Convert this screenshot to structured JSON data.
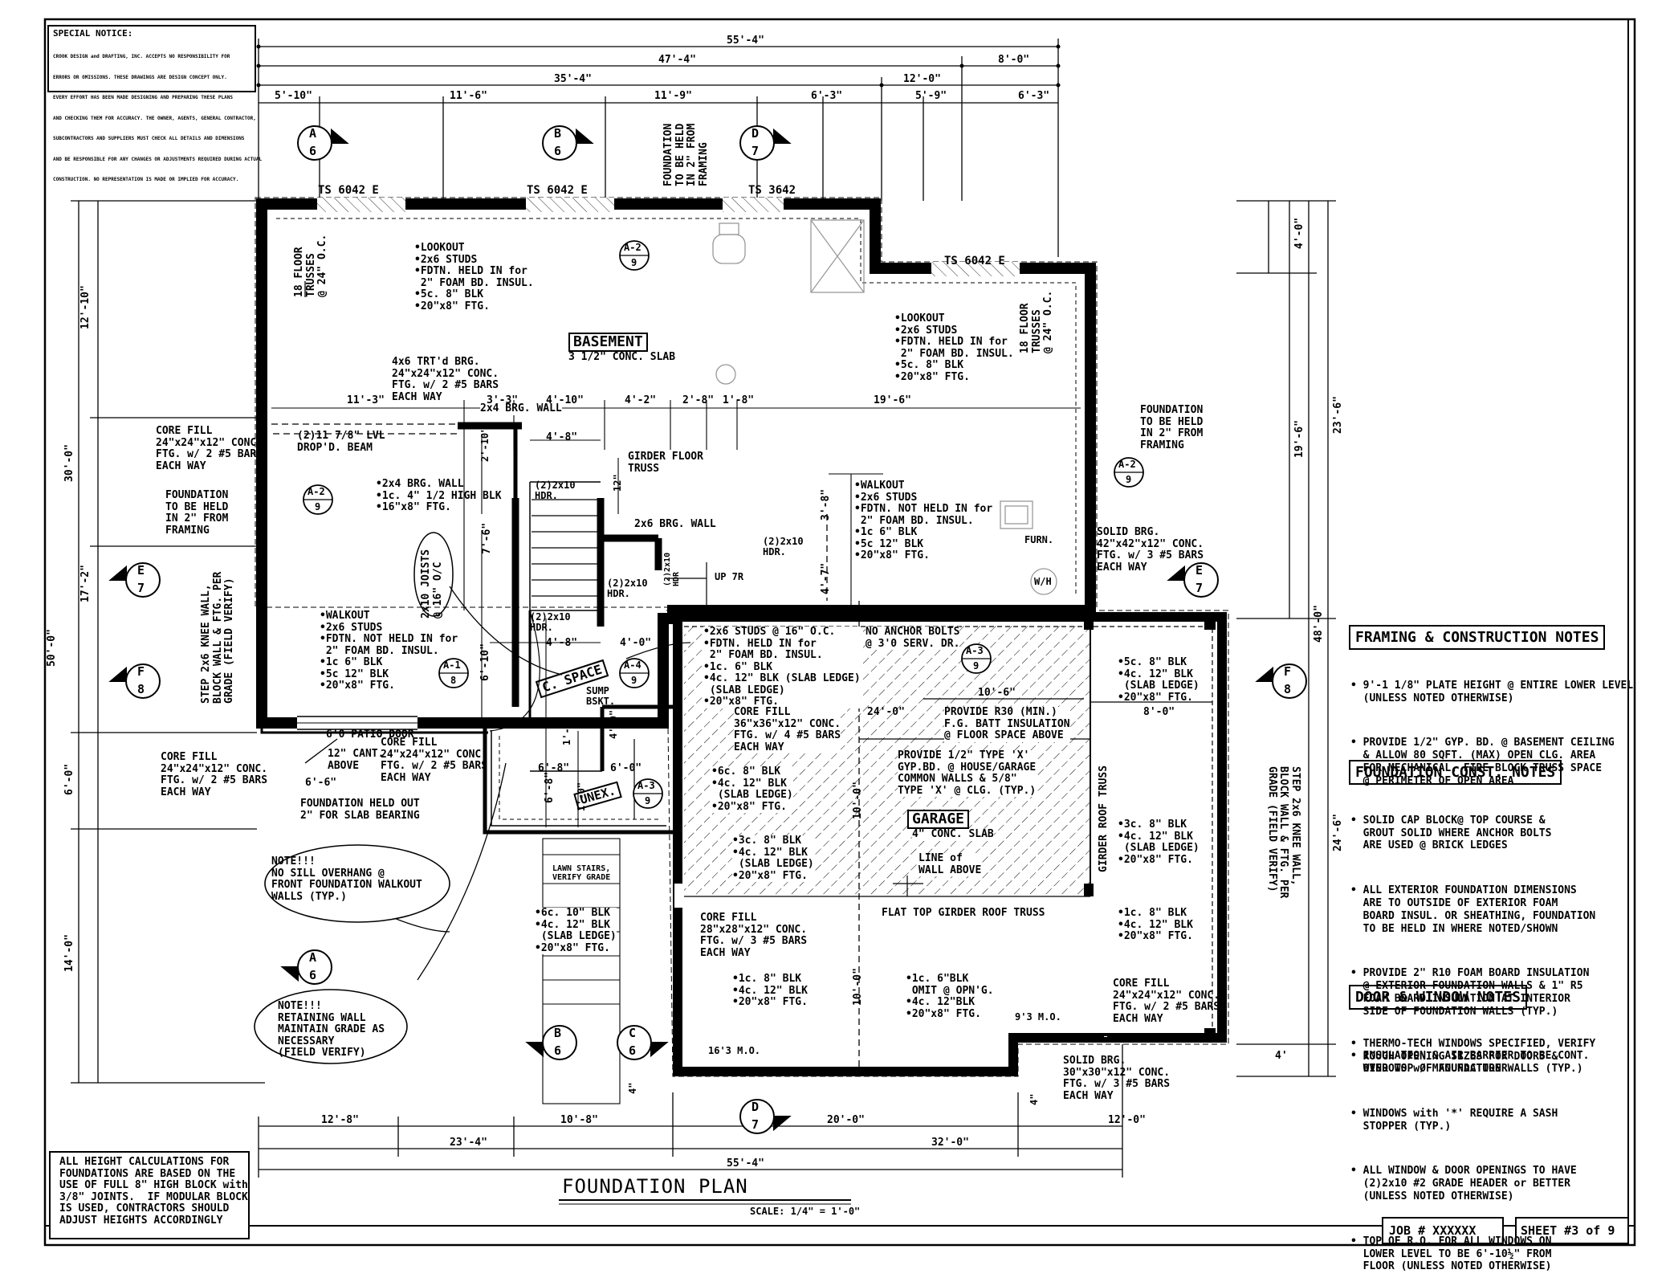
{
  "special_notice": {
    "title": "SPECIAL NOTICE:",
    "lines": [
      "CROOK DESIGN and DRAFTING, INC. ACCEPTS NO RESPONSIBILITY FOR",
      "ERRORS OR OMISSIONS. THESE DRAWINGS ARE DESIGN CONCEPT ONLY.",
      "EVERY EFFORT HAS BEEN MADE DESIGNING AND PREPARING THESE PLANS",
      "AND CHECKING THEM FOR ACCURACY. THE OWNER, AGENTS, GENERAL CONTRACTOR,",
      "SUBCONTRACTORS AND SUPPLIERS MUST CHECK ALL DETAILS AND DIMENSIONS",
      "AND BE RESPONSIBLE FOR ANY CHANGES OR ADJUSTMENTS REQUIRED DURING ACTUAL",
      "CONSTRUCTION. NO REPRESENTATION IS MADE OR IMPLIED FOR ACCURACY."
    ]
  },
  "dims": {
    "top_overall": "55'-4\"",
    "top_47": "47'-4\"",
    "top_8": "8'-0\"",
    "top_35": "35'-4\"",
    "top_12": "12'-0\"",
    "top_a": "5'-10\"",
    "top_b": "11'-6\"",
    "top_c": "11'-9\"",
    "top_d": "6'-3\"",
    "top_e": "5'-9\"",
    "top_f": "6'-3\"",
    "left_12_10": "12'-10\"",
    "left_30": "30'-0\"",
    "left_17_2": "17'-2\"",
    "left_50": "50'-0\"",
    "left_6": "6'-0\"",
    "left_14": "14'-0\"",
    "right_4": "4'-0\"",
    "right_23_6": "23'-6\"",
    "right_19_6": "19'-6\"",
    "right_48": "48'-0\"",
    "right_24_6": "24'-6\"",
    "right_4b": "4'",
    "bot_12_8": "12'-8\"",
    "bot_10_8": "10'-8\"",
    "bot_20": "20'-0\"",
    "bot_12": "12'-0\"",
    "bot_23_4": "23'-4\"",
    "bot_32": "32'-0\"",
    "bot_overall": "55'-4\"",
    "in_11_3": "11'-3\"",
    "in_3_3": "3'-3\"",
    "in_4_10": "4'-10\"",
    "in_4_2": "4'-2\"",
    "in_2_8": "2'-8\"",
    "in_1_8": "1'-8\"",
    "in_19_6": "19'-6\"",
    "in_4_8a": "4'-8\"",
    "in_4_8b": "4'-8\"",
    "in_4_0": "4'-0\"",
    "in_2_10": "2'-10\"",
    "in_12": "12\"",
    "in_7_6": "7'-6\"",
    "in_3_8": "3'-8\"",
    "in_4_7": "4'-7\"",
    "in_6_10": "6'-10\"",
    "in_6_8": "6'-8\"",
    "in_6_8b": "6'-8\"",
    "in_6_0": "6'-0\"",
    "in_6_6": "6'-6\"",
    "in_1_4": "1'-4\"",
    "in_1_0": "1'-0\"",
    "in_4_0b": "4'-0\"",
    "in_10_6": "10'-6\"",
    "in_24_0": "24'-0\"",
    "in_8_0": "8'-0\"",
    "in_10_0": "10'-0\"",
    "in_10_0b": "10'-0\"",
    "in_9_3": "9'3 M.O.",
    "in_16_3": "16'3 M.O.",
    "in_4a": "4\"",
    "in_4b": "4\""
  },
  "windows": {
    "w1": "TS 6042 E",
    "w2": "TS 6042 E",
    "w3": "TS 3642",
    "w4": "TS 6042 E"
  },
  "sections": [
    {
      "letter": "A",
      "num": "6"
    },
    {
      "letter": "B",
      "num": "6"
    },
    {
      "letter": "D",
      "num": "7"
    },
    {
      "letter": "E",
      "num": "7"
    },
    {
      "letter": "E",
      "num": "7"
    },
    {
      "letter": "F",
      "num": "8"
    },
    {
      "letter": "F",
      "num": "8"
    },
    {
      "letter": "A",
      "num": "6"
    },
    {
      "letter": "B",
      "num": "6"
    },
    {
      "letter": "C",
      "num": "6"
    },
    {
      "letter": "D",
      "num": "7"
    }
  ],
  "details": [
    {
      "letter": "A-2",
      "num": "9"
    },
    {
      "letter": "A-2",
      "num": "9"
    },
    {
      "letter": "A-2",
      "num": "9"
    },
    {
      "letter": "A-1",
      "num": "8"
    },
    {
      "letter": "A-4",
      "num": "9"
    },
    {
      "letter": "A-3",
      "num": "9"
    },
    {
      "letter": "A-3",
      "num": "9"
    }
  ],
  "labels": {
    "fdn_top": "FOUNDATION\nTO BE HELD\nIN 2\" FROM\nFRAMING",
    "floor_trusses_l": "18 FLOOR\nTRUSSES\n@ 24\" O.C.",
    "floor_trusses_r": "18 FLOOR\nTRUSSES\n@ 24\" O.C.",
    "lookout1": "•LOOKOUT\n•2x6 STUDS\n•FDTN. HELD IN for\n 2\" FOAM BD. INSUL.\n•5c. 8\" BLK\n•20\"x8\" FTG.",
    "lookout2": "•LOOKOUT\n•2x6 STUDS\n•FDTN. HELD IN for\n 2\" FOAM BD. INSUL.\n•5c. 8\" BLK\n•20\"x8\" FTG.",
    "basement": "BASEMENT",
    "basement_slab": "3 1/2\" CONC. SLAB",
    "trt_brg": "4x6 TRT'd BRG.\n24\"x24\"x12\" CONC.\nFTG. w/ 2 #5 BARS\nEACH WAY",
    "brg_wall_2x4a": "2x4 BRG. WALL",
    "core_fill_l": "CORE FILL\n24\"x24\"x12\" CONC.\nFTG. w/ 2 #5 BARS\nEACH WAY",
    "lvl_beam": "(2)11 7/8\" LVL\nDROP'D. BEAM",
    "fdn_held_l": "FOUNDATION\nTO BE HELD\nIN 2\" FROM\nFRAMING",
    "fdn_held_r": "FOUNDATION\nTO BE HELD\nIN 2\" FROM\nFRAMING",
    "girder_floor": "GIRDER FLOOR\nTRUSS",
    "brg_wall_2x4b": "•2x4 BRG. WALL\n•1c. 4\" 1/2 HIGH BLK\n•16\"x8\" FTG.",
    "hdr1": "(2)2x10\nHDR.",
    "hdr2": "(2)2x10\nHDR.",
    "hdr3": "(2)2x10\nHDR.",
    "hdr4": "(2)2x10\nHDR.",
    "hdr5": "(2)2x10\nHDR",
    "brg_wall_2x6": "2x6 BRG. WALL",
    "walkout1": "•WALKOUT\n•2x6 STUDS\n•FDTN. NOT HELD IN for\n 2\" FOAM BD. INSUL.\n•1c 6\" BLK\n•5c 12\" BLK\n•20\"x8\" FTG.",
    "walkout2": "•WALKOUT\n•2x6 STUDS\n•FDTN. NOT HELD IN for\n 2\" FOAM BD. INSUL.\n•1c 6\" BLK\n•5c 12\" BLK\n•20\"x8\" FTG.",
    "joists": "2x10 JOISTS\n@ 16\" O/C",
    "step_knee_l": "STEP 2x6 KNEE WALL,\nBLOCK WALL & FTG. PER\nGRADE (FIELD VERIFY)",
    "step_knee_r": "STEP 2x6 KNEE WALL,\nBLOCK WALL & FTG. PER\nGRADE (FIELD VERIFY)",
    "solid_brg": "SOLID BRG.\n42\"x42\"x12\" CONC.\nFTG. w/ 3 #5 BARS\nEACH WAY",
    "furn": "FURN.",
    "wh": "W/H",
    "up": "UP 7R",
    "c_space": "C. SPACE",
    "sump": "SUMP\nBSKT.",
    "patio_door": "6'0 PATIO DOOR",
    "cant": "12\" CANT.\nABOVE",
    "core_fill_m": "CORE FILL\n24\"x24\"x12\" CONC.\nFTG. w/ 2 #5 BARS\nEACH WAY",
    "core_fill_ll": "CORE FILL\n24\"x24\"x12\" CONC.\nFTG. w/ 2 #5 BARS\nEACH WAY",
    "fdn_held_out": "FOUNDATION HELD OUT\n2\" FOR SLAB BEARING",
    "unex": "UNEX.",
    "studs_16": "•2x6 STUDS @ 16\" O.C.\n•FDTN. HELD IN for\n 2\" FOAM BD. INSUL.\n•1c. 6\" BLK\n•4c. 12\" BLK (SLAB LEDGE)\n (SLAB LEDGE)\n•20\"x8\" FTG.",
    "anchor": "NO ANCHOR BOLTS\n@ 3'0 SERV. DR.",
    "core_fill_36": "CORE FILL\n36\"x36\"x12\" CONC.\nFTG. w/ 4 #5 BARS\nEACH WAY",
    "r30": "PROVIDE R30 (MIN.)\nF.G. BATT INSULATION\n@ FLOOR SPACE ABOVE",
    "type_x": "PROVIDE 1/2\" TYPE 'X'\nGYP.BD. @ HOUSE/GARAGE\nCOMMON WALLS & 5/8\"\nTYPE 'X' @ CLG. (TYP.)",
    "garage": "GARAGE",
    "garage_slab": "4\" CONC. SLAB",
    "line_wall": "LINE of\nWALL ABOVE",
    "blk_6c8": "•6c. 8\" BLK\n•4c. 12\" BLK\n (SLAB LEDGE)\n•20\"x8\" FTG.",
    "blk_3c8": "•3c. 8\" BLK\n•4c. 12\" BLK\n (SLAB LEDGE)\n•20\"x8\" FTG.",
    "blk_5c8": "•5c. 8\" BLK\n•4c. 12\" BLK\n (SLAB LEDGE)\n•20\"x8\" FTG.",
    "blk_3c8r": "•3c. 8\" BLK\n•4c. 12\" BLK\n (SLAB LEDGE)\n•20\"x8\" FTG.",
    "blk_1c8r": "•1c. 8\" BLK\n•4c. 12\" BLK\n•20\"x8\" FTG.",
    "girder_roof": "GIRDER ROOF TRUSS",
    "flat_top": "FLAT TOP GIRDER ROOF TRUSS",
    "lawn_stairs": "LAWN STAIRS,\nVERIFY GRADE",
    "blk_6c10": "•6c. 10\" BLK\n•4c. 12\" BLK\n (SLAB LEDGE)\n•20\"x8\" FTG.",
    "core_fill_28": "CORE FILL\n28\"x28\"x12\" CONC.\nFTG. w/ 3 #5 BARS\nEACH WAY",
    "blk_1c8b": "•1c. 8\" BLK\n•4c. 12\" BLK\n•20\"x8\" FTG.",
    "blk_1c6": "•1c. 6\"BLK\n OMIT @ OPN'G.\n•4c. 12\"BLK\n•20\"x8\" FTG.",
    "core_fill_r": "CORE FILL\n24\"x24\"x12\" CONC.\nFTG. w/ 2 #5 BARS\nEACH WAY",
    "solid_brg_30": "SOLID BRG.\n30\"x30\"x12\" CONC.\nFTG. w/ 3 #5 BARS\nEACH WAY",
    "note_sill": "NOTE!!!\nNO SILL OVERHANG @\nFRONT FOUNDATION WALKOUT\nWALLS (TYP.)",
    "note_retain": "NOTE!!!\nRETAINING WALL\nMAINTAIN GRADE AS\nNECESSARY\n(FIELD VERIFY)",
    "height_note": "ALL HEIGHT CALCULATIONS FOR\nFOUNDATIONS ARE BASED ON THE\nUSE OF FULL 8\" HIGH BLOCK with\n3/8\" JOINTS.  IF MODULAR BLOCK\nIS USED, CONTRACTORS SHOULD\nADJUST HEIGHTS ACCORDINGLY",
    "title": "FOUNDATION PLAN",
    "scale": "SCALE: 1/4\" = 1'-0\"",
    "job": "JOB # XXXXXX",
    "sheet": "SHEET #3 of 9"
  },
  "framing_notes": {
    "heading": "FRAMING & CONSTRUCTION NOTES",
    "items": [
      "• 9'-1 1/8\" PLATE HEIGHT @ ENTIRE LOWER LEVEL\n  (UNLESS NOTED OTHERWISE)",
      "• PROVIDE 1/2\" GYP. BD. @ BASEMENT CEILING\n  & ALLOW 80 SQFT. (MAX) OPEN CLG. AREA\n  FOR MECHANICAL, FIRE BLOCK TRUSS SPACE\n  @ PERIMETER OF OPEN AREA"
    ]
  },
  "foundation_notes": {
    "heading": "FOUNDATION CONST. NOTES",
    "items": [
      "• SOLID CAP BLOCK@ TOP COURSE &\n  GROUT SOLID WHERE ANCHOR BOLTS\n  ARE USED @ BRICK LEDGES",
      "• ALL EXTERIOR FOUNDATION DIMENSIONS\n  ARE TO OUTSIDE OF EXTERIOR FOAM\n  BOARD INSUL. OR SHEATHING, FOUNDATION\n  TO BE HELD IN WHERE NOTED/SHOWN",
      "• PROVIDE 2\" R10 FOAM BOARD INSULATION\n  @ EXTERIOR FOUNDATION WALLS & 1\" R5\n  FOAM BOARD INSULATION AT INTERIOR\n  SIDE OF FOUNDATION WALLS (TYP.)",
      "• INSULATION & AIR BARRIER TO BE CONT.\n  OVER TOP OF FOUNDATION WALLS (TYP.)"
    ]
  },
  "door_window_notes": {
    "heading": "DOOR & WINDOW NOTES",
    "items": [
      "• THERMO-TECH WINDOWS SPECIFIED, VERIFY\n  ROUGH OPENING SIZES FOR DOORS &\n  WINDOWS w/ MANUFACTURER",
      "• WINDOWS with '*' REQUIRE A SASH\n  STOPPER (TYP.)",
      "• ALL WINDOW & DOOR OPENINGS TO HAVE\n  (2)2x10 #2 GRADE HEADER or BETTER\n  (UNLESS NOTED OTHERWISE)",
      "• TOP OF R.O. FOR ALL WINDOWS ON\n  LOWER LEVEL TO BE 6'-10½\" FROM\n  FLOOR (UNLESS NOTED OTHERWISE)"
    ]
  }
}
